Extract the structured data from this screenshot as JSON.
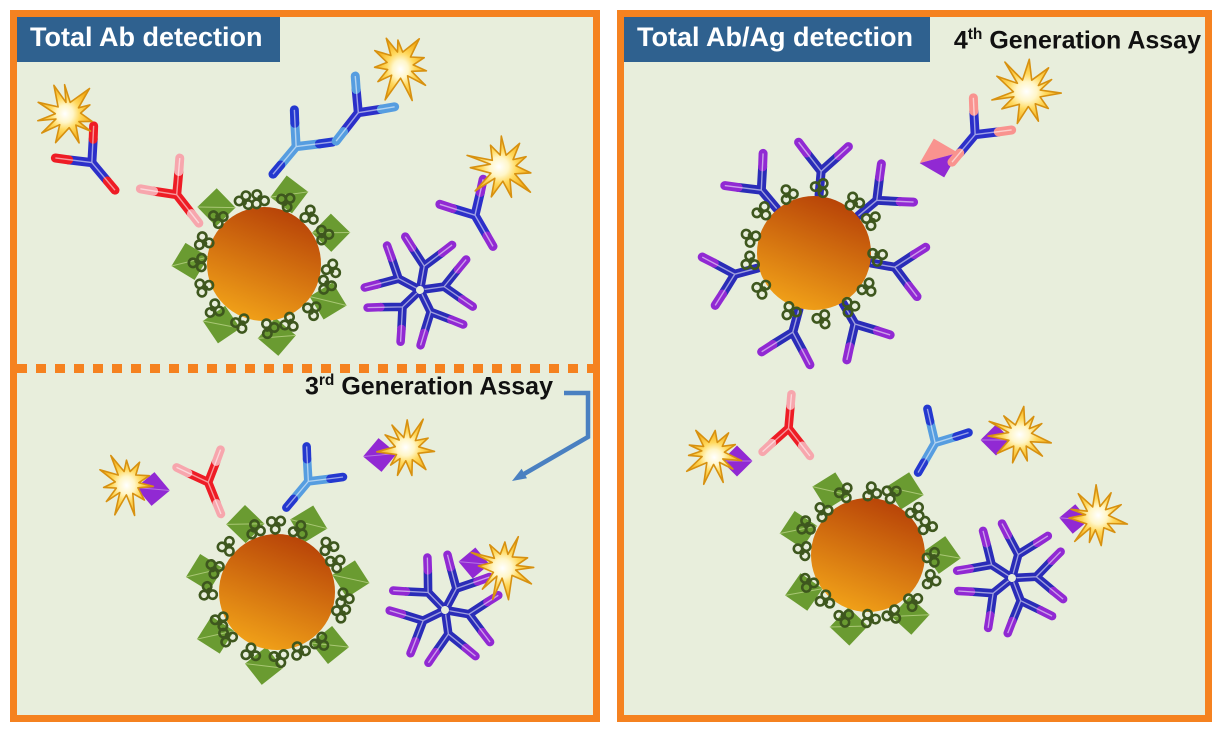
{
  "figure": {
    "left_panel": {
      "header": "Total Ab detection",
      "assay_label": {
        "number": "3",
        "ordinal": "rd",
        "text": " Generation Assay"
      }
    },
    "right_panel": {
      "header": "Total Ab/Ag detection",
      "assay_label": {
        "number": "4",
        "ordinal": "th",
        "text": " Generation Assay"
      }
    }
  },
  "colors": {
    "panel_background": "#e8eedc",
    "panel_border": "#f58220",
    "header_background": "#2f618f",
    "header_text": "#ffffff",
    "title_text": "#111111",
    "arrow_blue": "#4a80c1",
    "bead_dark": "#b84408",
    "bead_light": "#f0a018",
    "antigen_green": "#6a9b31",
    "antigen_green_line": "#a9c775",
    "peptide_green": "#3e571e",
    "ab_red": "#ee1c25",
    "ab_red_tip": "#f7a6ad",
    "ab_lightblue": "#569de0",
    "ab_navyblue_tip": "#2438cf",
    "ab_navy": "#2c2fc9",
    "igm_navy": "#2a2cb8",
    "label_purple": "#9129d3",
    "p24_salmon": "#f9938f",
    "star_gold": "#f4ab14",
    "star_stroke": "#d79110"
  },
  "icons": {
    "microparticle-bead": "orange gradient sphere (solid phase)",
    "antigen-diamond": "green diamond antigen on bead",
    "peptide-cluster": "dark green ring cluster coating bead",
    "igg-antibody": "Y-shaped antibody",
    "igm-pentamer": "star-shaped pentameric IgM",
    "detection-label-starburst": "gold starburst signal label",
    "labeled-antigen-diamond": "purple diamond labeled antigen",
    "p24-antigen-diamond": "pink/purple split diamond antigen",
    "assay-arrow": "blue pointer arrow"
  }
}
